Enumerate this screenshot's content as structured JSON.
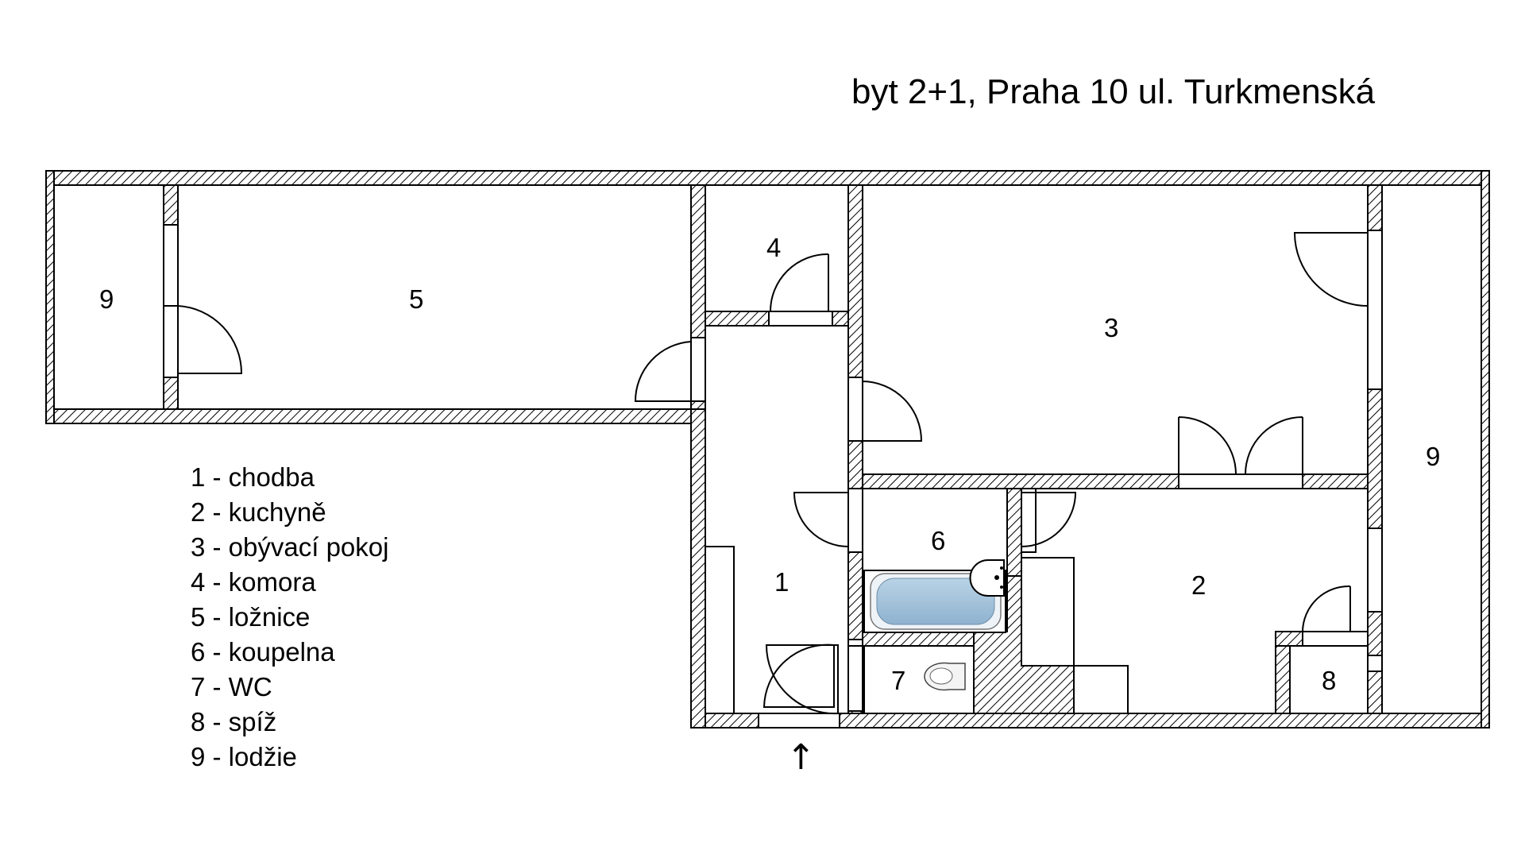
{
  "title": "byt 2+1, Praha 10 ul. Turkmenská",
  "rooms": {
    "r1": "1",
    "r2": "2",
    "r3": "3",
    "r4": "4",
    "r5": "5",
    "r6": "6",
    "r7": "7",
    "r8": "8",
    "r9_left": "9",
    "r9_right": "9"
  },
  "legend": [
    "1 - chodba",
    "2 - kuchyně",
    "3 - obývací pokoj",
    "4 - komora",
    "5 - ložnice",
    "6 - koupelna",
    "7 - WC",
    "8 - spíž",
    "9 - lodžie"
  ],
  "entrance_arrow": "↑"
}
